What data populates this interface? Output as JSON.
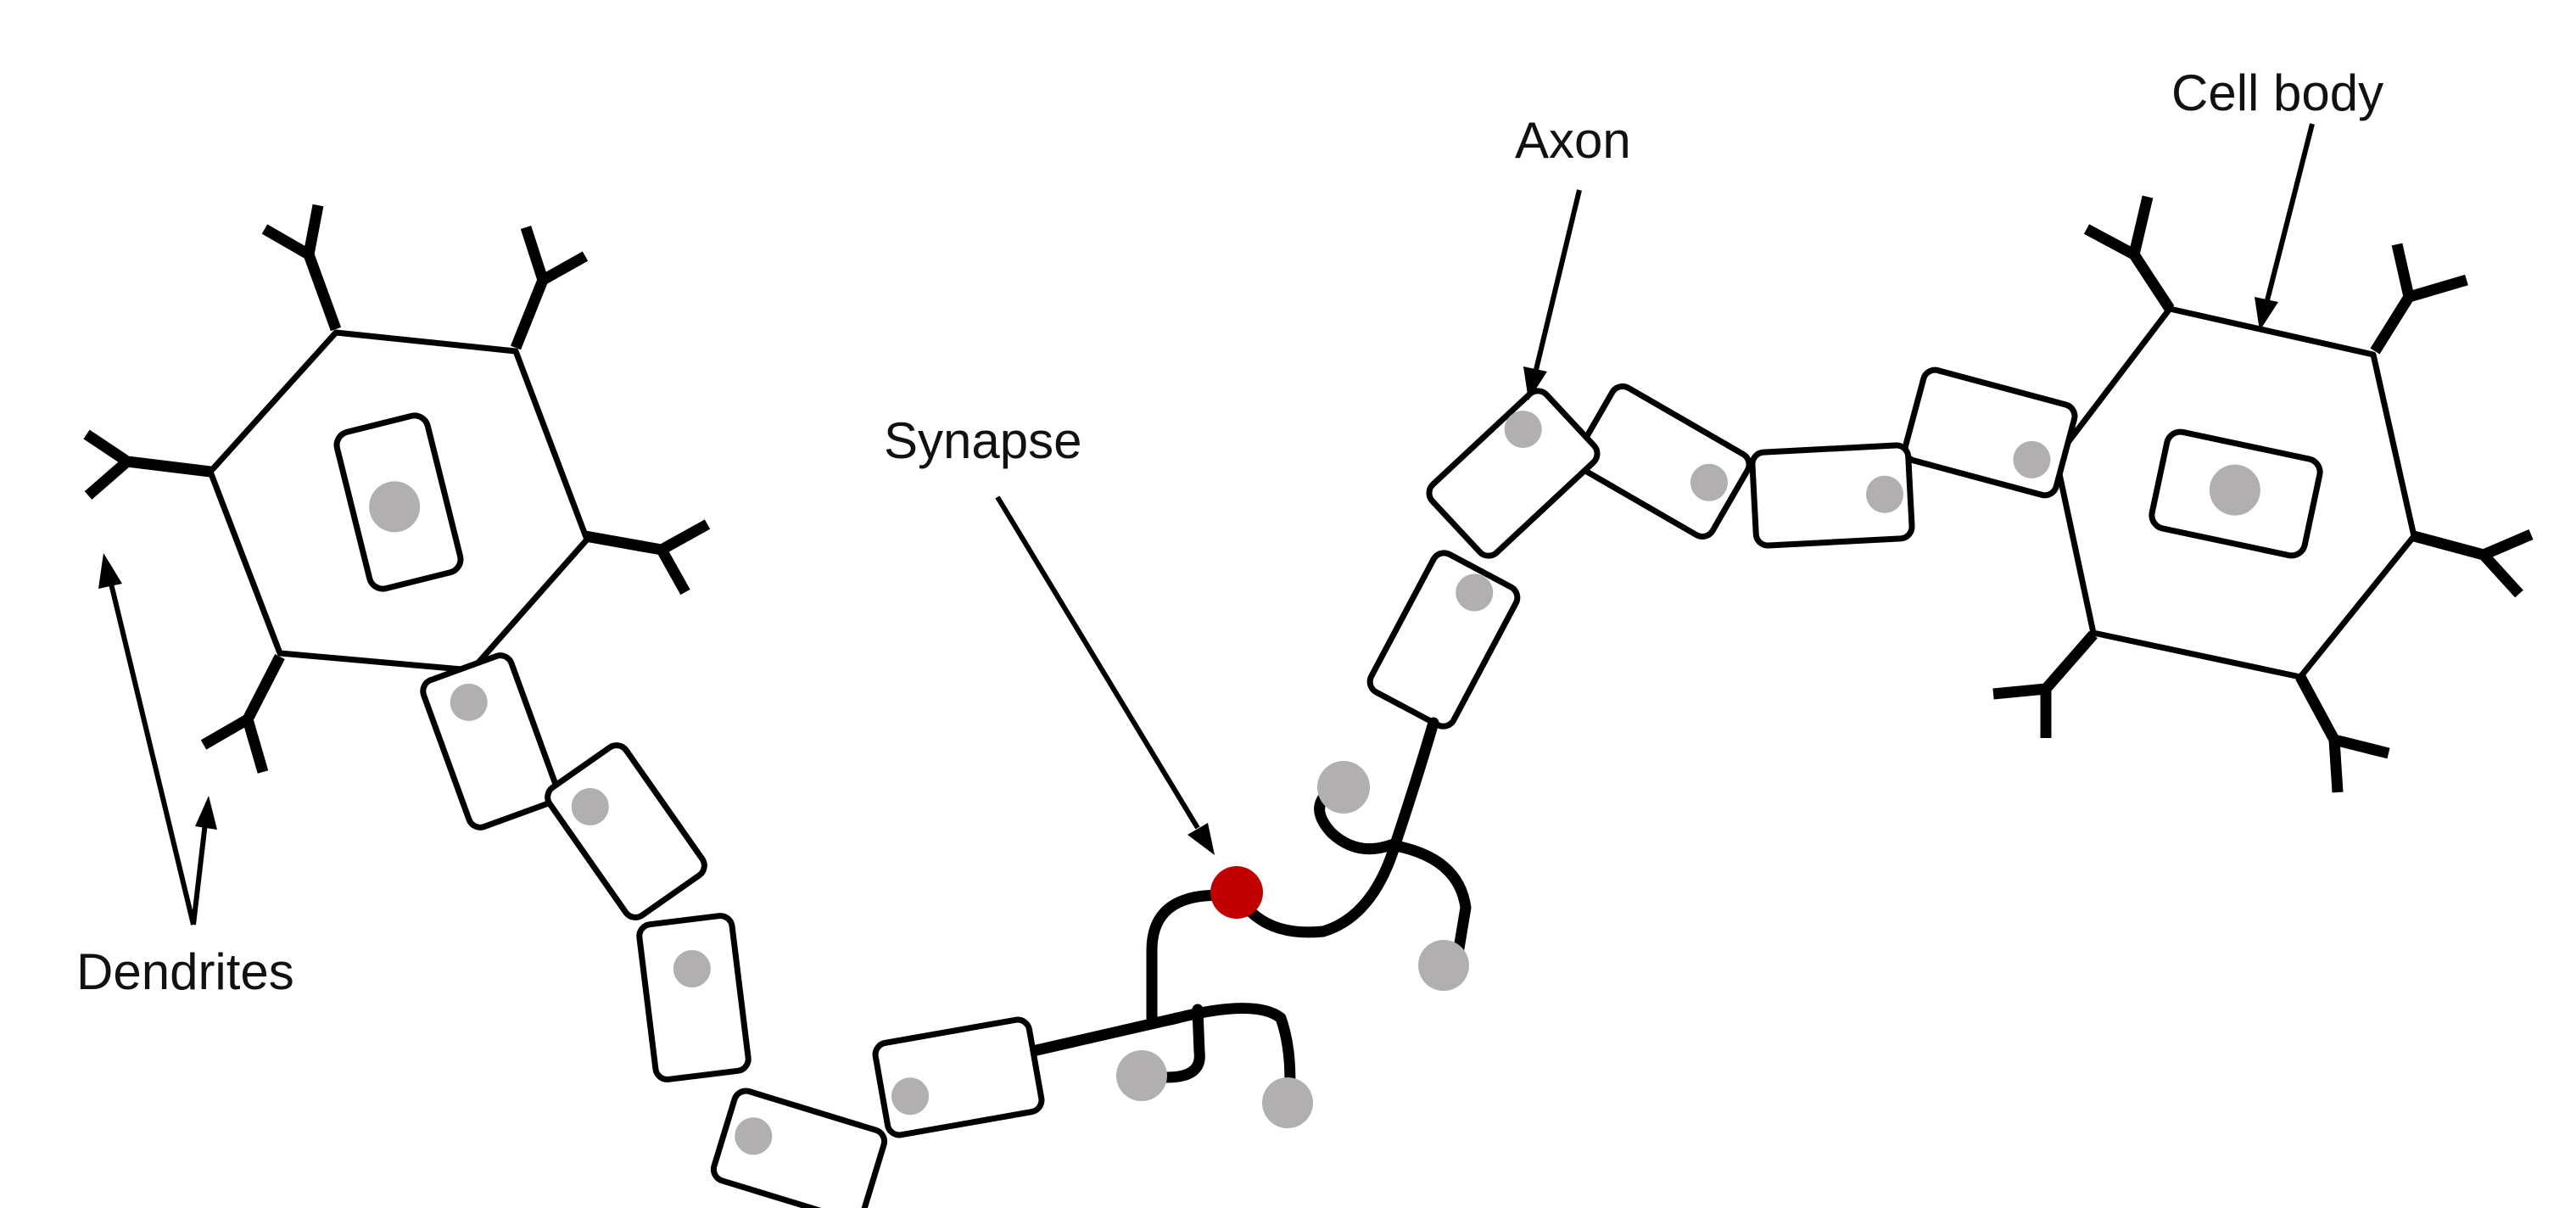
{
  "labels": {
    "dendrites": "Dendrites",
    "synapse": "Synapse",
    "axon": "Axon",
    "cell_body": "Cell body"
  },
  "colors": {
    "outline": "#000000",
    "nucleus": "#b1afb0",
    "synapse": "#c00000",
    "background": "#ffffff"
  }
}
